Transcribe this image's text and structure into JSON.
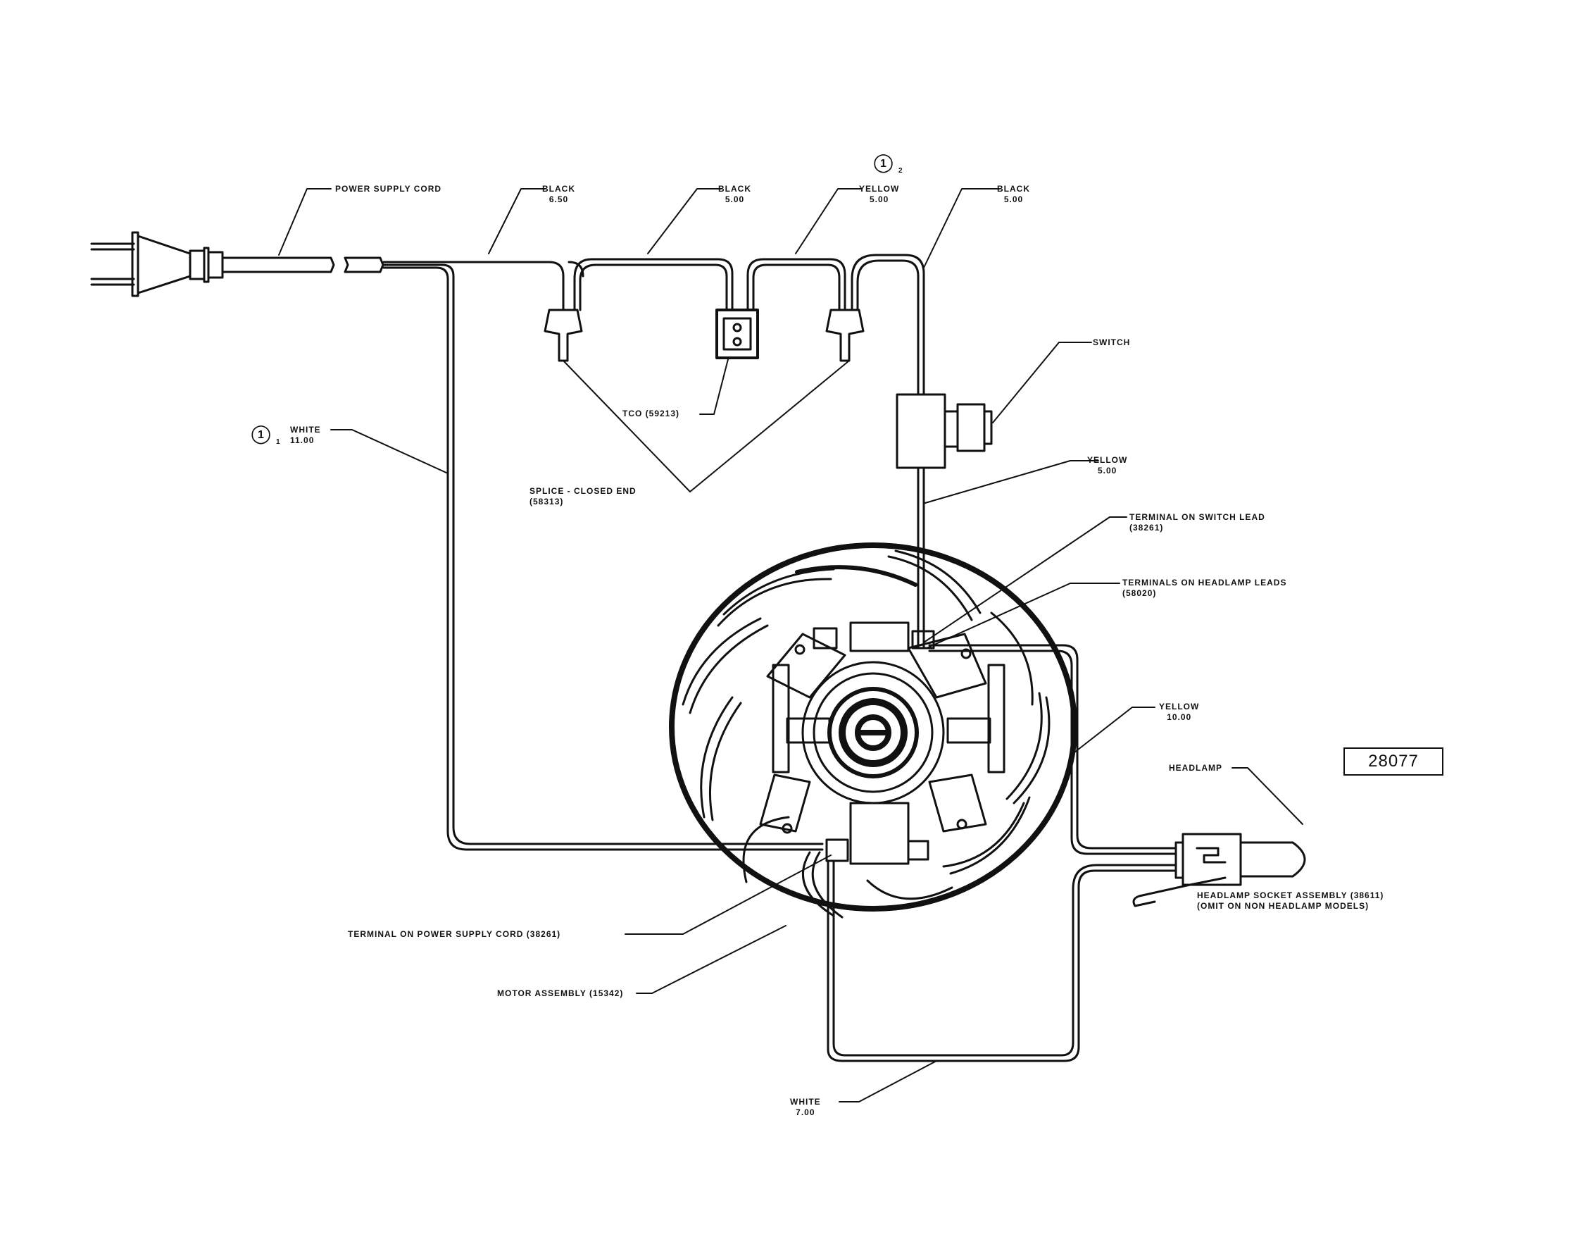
{
  "labels": {
    "power_cord": "POWER SUPPLY CORD",
    "black1": "BLACK\n6.50",
    "black2": "BLACK\n5.00",
    "yellow1": "YELLOW\n5.00",
    "black3": "BLACK\n5.00",
    "switch": "SWITCH",
    "tco": "TCO (59213)",
    "white1": "WHITE\n11.00",
    "splice": "SPLICE - CLOSED END\n(58313)",
    "yellow2": "YELLOW\n5.00",
    "term_switch": "TERMINAL ON SWITCH LEAD\n(38261)",
    "term_headlamp": "TERMINALS ON HEADLAMP LEADS\n(58020)",
    "yellow3": "YELLOW\n10.00",
    "headlamp": "HEADLAMP",
    "headlamp_socket": "HEADLAMP SOCKET ASSEMBLY (38611)\n(OMIT ON NON HEADLAMP MODELS)",
    "term_cord": "TERMINAL ON POWER SUPPLY CORD (38261)",
    "motor": "MOTOR ASSEMBLY (15342)",
    "white2": "WHITE\n7.00"
  },
  "notes": {
    "note1_number": "1",
    "note1_sub": "1",
    "note2_number": "1",
    "note2_sub": "2"
  },
  "drawing_number": "28077"
}
